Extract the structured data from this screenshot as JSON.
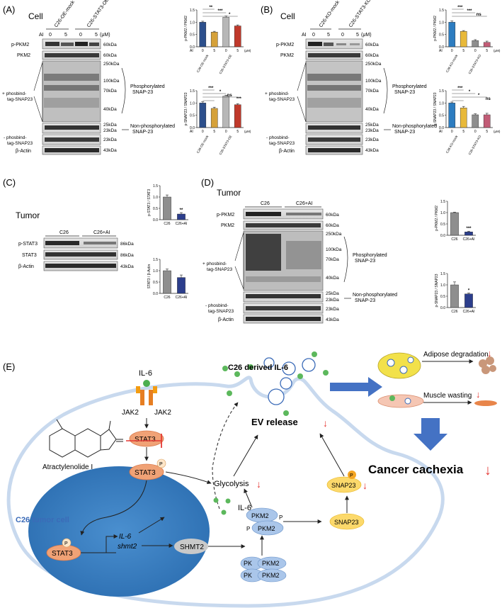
{
  "panels": {
    "A": {
      "letter": "(A)",
      "context": "Cell",
      "lane_labels": [
        "C26-OE-mock",
        "C26-STAT3-OE"
      ],
      "ai_label": "AI",
      "doses": [
        "0",
        "5",
        "0",
        "5"
      ],
      "unit": "(μM)"
    },
    "B": {
      "letter": "(B)",
      "context": "Cell",
      "lane_labels": [
        "C26-KO-mock",
        "C26-STAT3-KO"
      ],
      "ai_label": "AI",
      "doses": [
        "0",
        "5",
        "0",
        "5"
      ],
      "unit": "(μM)"
    },
    "C": {
      "letter": "(C)",
      "context": "Tumor",
      "lane_labels": [
        "C26",
        "C26+AI"
      ]
    },
    "D": {
      "letter": "(D)",
      "context": "Tumor",
      "lane_labels": [
        "C26",
        "C26+AI"
      ]
    },
    "E": {
      "letter": "(E)"
    }
  },
  "blot_rows": {
    "p_pkm2": "p-PKM2",
    "pkm2": "PKM2",
    "p_stat3": "p-STAT3",
    "stat3": "STAT3",
    "actin": "β-Actin",
    "plus_phosbind": [
      "+ phosbind-",
      "tag-SNAP23"
    ],
    "minus_phosbind": [
      "- phosbind-",
      "tag-SNAP23"
    ],
    "phosphorylated": [
      "Phosphorylated",
      "SNAP-23"
    ],
    "non_phosphorylated": [
      "Non-phosphorylated",
      "SNAP-23"
    ]
  },
  "kda": {
    "k60": "60kDa",
    "k250": "250kDa",
    "k100": "100kDa",
    "k70": "70kDa",
    "k40": "40kDa",
    "k25": "25kDa",
    "k23": "23kDa",
    "k43": "43kDa",
    "k86": "86kDa"
  },
  "chart_data": [
    {
      "id": "A1",
      "type": "bar",
      "ylabel": "p-PKM2 / PKM2",
      "ylim": [
        0,
        1.5
      ],
      "yticks": [
        "0.0",
        "0.5",
        "1.0",
        "1.5"
      ],
      "categories": [
        "C26-OE-mock 0",
        "C26-OE-mock 5",
        "C26-STAT3-OE 0",
        "C26-STAT3-OE 5"
      ],
      "values": [
        1.0,
        0.6,
        1.2,
        0.85
      ],
      "errors": [
        0.04,
        0.03,
        0.05,
        0.04
      ],
      "colors": [
        "#2c4f8c",
        "#d5a13a",
        "#b7b7b7",
        "#c0392b"
      ],
      "x_row_ai": [
        "AI",
        "0",
        "5",
        "0",
        "5",
        "(μM)"
      ],
      "x_groups": [
        "C26-OE-mock",
        "C26-STAT3-OE"
      ],
      "significance": [
        "**",
        "***",
        "*"
      ]
    },
    {
      "id": "A2",
      "type": "bar",
      "ylabel": "p-SNAP23 / SNAP23",
      "ylim": [
        0,
        1.5
      ],
      "yticks": [
        "0.0",
        "0.5",
        "1.0",
        "1.5"
      ],
      "categories": [
        "C26-OE-mock 0",
        "C26-OE-mock 5",
        "C26-STAT3-OE 0",
        "C26-STAT3-OE 5"
      ],
      "values": [
        1.0,
        0.78,
        1.28,
        0.93
      ],
      "errors": [
        0.05,
        0.05,
        0.04,
        0.04
      ],
      "colors": [
        "#2c4f8c",
        "#d5a13a",
        "#b7b7b7",
        "#c0392b"
      ],
      "x_row_ai": [
        "AI",
        "0",
        "5",
        "0",
        "5",
        "(μM)"
      ],
      "x_groups": [
        "C26-OE-mock",
        "C26-STAT3-OE"
      ],
      "significance": [
        "***",
        "*",
        "ns",
        "***"
      ]
    },
    {
      "id": "B1",
      "type": "bar",
      "ylabel": "p-PKM2 / PKM2",
      "ylim": [
        0,
        1.5
      ],
      "yticks": [
        "0.0",
        "0.5",
        "1.0",
        "1.5"
      ],
      "categories": [
        "C26-KO-mock 0",
        "C26-KO-mock 5",
        "C26-STAT3-KO 0",
        "C26-STAT3-KO 5"
      ],
      "values": [
        1.0,
        0.63,
        0.25,
        0.18
      ],
      "errors": [
        0.05,
        0.03,
        0.04,
        0.05
      ],
      "colors": [
        "#2c7cc0",
        "#e8b93a",
        "#8e8e8e",
        "#c25c76"
      ],
      "x_row_ai": [
        "AI",
        "0",
        "5",
        "0",
        "5",
        "(μM)"
      ],
      "x_groups": [
        "C26-KO-mock",
        "C26-STAT3-KO"
      ],
      "significance": [
        "***",
        "***",
        "ns"
      ]
    },
    {
      "id": "B2",
      "type": "bar",
      "ylabel": "p-SNAP23 / SNAP23",
      "ylim": [
        0,
        1.5
      ],
      "yticks": [
        "0.0",
        "0.5",
        "1.0",
        "1.5"
      ],
      "categories": [
        "C26-KO-mock 0",
        "C26-KO-mock 5",
        "C26-STAT3-KO 0",
        "C26-STAT3-KO 5"
      ],
      "values": [
        1.0,
        0.8,
        0.52,
        0.52
      ],
      "errors": [
        0.04,
        0.06,
        0.04,
        0.06
      ],
      "colors": [
        "#2c7cc0",
        "#e8b93a",
        "#8e8e8e",
        "#c25c76"
      ],
      "x_row_ai": [
        "AI",
        "0",
        "5",
        "0",
        "5",
        "(μM)"
      ],
      "x_groups": [
        "C26-KO-mock",
        "C26-STAT3-KO"
      ],
      "significance": [
        "***",
        "*",
        "*",
        "ns"
      ]
    },
    {
      "id": "C1",
      "type": "bar",
      "ylabel": "p-STAT3 / STAT3",
      "ylim": [
        0,
        1.5
      ],
      "yticks": [
        "0.0",
        "0.5",
        "1.0",
        "1.5"
      ],
      "categories": [
        "C26",
        "C26+AI"
      ],
      "values": [
        1.0,
        0.25
      ],
      "errors": [
        0.09,
        0.06
      ],
      "colors": [
        "#8e8e8e",
        "#2c3e8c"
      ],
      "significance": [
        "**"
      ]
    },
    {
      "id": "C2",
      "type": "bar",
      "ylabel": "STAT3 / β-Actin",
      "ylim": [
        0,
        1.5
      ],
      "yticks": [
        "0.0",
        "0.5",
        "1.0",
        "1.5"
      ],
      "categories": [
        "C26",
        "C26+AI"
      ],
      "values": [
        1.0,
        0.7
      ],
      "errors": [
        0.07,
        0.11
      ],
      "colors": [
        "#8e8e8e",
        "#2c3e8c"
      ],
      "significance": []
    },
    {
      "id": "D1",
      "type": "bar",
      "ylabel": "p-PKM2 / PKM2",
      "ylim": [
        0,
        1.5
      ],
      "yticks": [
        "0.0",
        "0.5",
        "1.0",
        "1.5"
      ],
      "categories": [
        "C26",
        "C26+AI"
      ],
      "values": [
        1.0,
        0.15
      ],
      "errors": [
        0.02,
        0.03
      ],
      "colors": [
        "#8e8e8e",
        "#2c3e8c"
      ],
      "significance": [
        "***"
      ]
    },
    {
      "id": "D2",
      "type": "bar",
      "ylabel": "p-SNAP23 / SNAP23",
      "ylim": [
        0,
        1.5
      ],
      "yticks": [
        "0.0",
        "0.5",
        "1.0",
        "1.5"
      ],
      "categories": [
        "C26",
        "C26+AI"
      ],
      "values": [
        1.0,
        0.6
      ],
      "errors": [
        0.13,
        0.04
      ],
      "colors": [
        "#8e8e8e",
        "#2c3e8c"
      ],
      "significance": [
        "*"
      ]
    }
  ],
  "diagram": {
    "il6_top": "IL-6",
    "jak_left": "JAK2",
    "jak_right": "JAK2",
    "stat3": "STAT3",
    "p": "P",
    "drug": "Atractylenolide I",
    "glycolysis": "Glycolysis",
    "ev_release": "EV release",
    "c26_derived": "C26 derived IL-6",
    "il6_mid": "IL-6",
    "il6_gene": "IL-6",
    "shmt2_gene": "shmt2",
    "shmt2": "SHMT2",
    "pkm2": "PKM2",
    "pk_short": "PK",
    "snap23": "SNAP23",
    "cell_label": "C26 tumor cell",
    "adipose": "Adipose degradation",
    "muscle": "Muscle wasting",
    "cachexia": "Cancer cachexia",
    "down_arrow": "↓"
  }
}
